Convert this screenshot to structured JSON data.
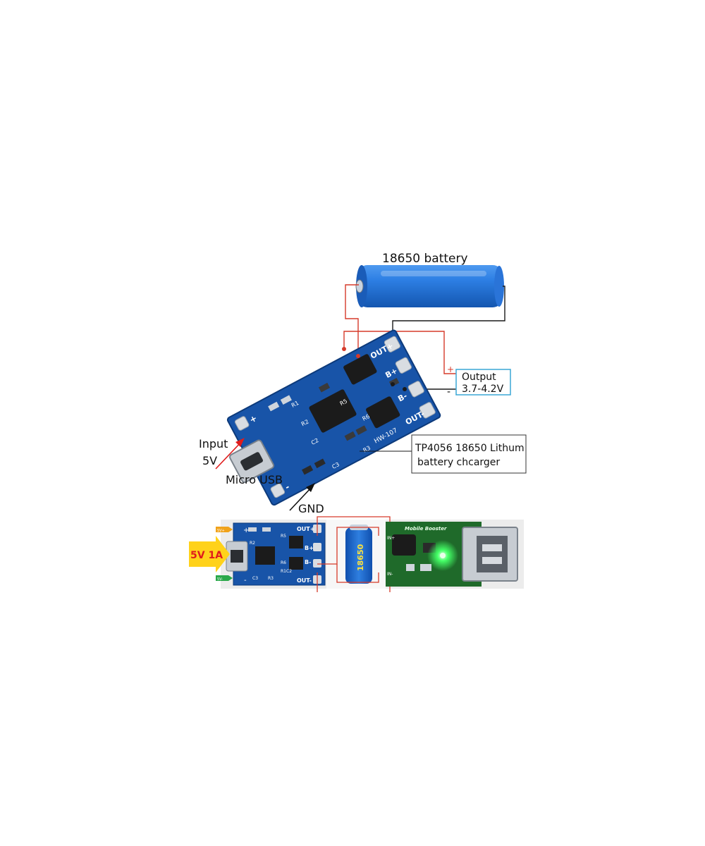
{
  "battery": {
    "label": "18650 battery"
  },
  "output": {
    "label": "Output",
    "voltage": "3.7-4.2V",
    "plus": "+",
    "minus": "-"
  },
  "input": {
    "label": "Input",
    "voltage": "5V"
  },
  "usb": {
    "label": "Micro USB"
  },
  "gnd": {
    "label": "GND"
  },
  "charger": {
    "line1": "TP4056 18650 Lithum",
    "line2": "battery chcarger"
  },
  "pcb_top": {
    "pads": [
      "OUT+",
      "B+",
      "B-",
      "OUT-"
    ],
    "silkscreen": [
      "HW-107",
      "R3",
      "C3",
      "R6",
      "R5",
      "R1",
      "R2",
      "C2",
      "+",
      "-"
    ]
  },
  "strip": {
    "badge": "5V 1A",
    "left_board": {
      "pads": [
        "OUT+",
        "B+",
        "B-",
        "OUT-"
      ],
      "marks": [
        "+",
        "-",
        "R2",
        "R1",
        "C2",
        "C3",
        "R3",
        "R6",
        "R5"
      ],
      "tag_top": "5V+",
      "tag_bottom": "5V-"
    },
    "cell_label": "18650",
    "booster": {
      "title": "Mobile Booster",
      "in_plus": "IN+",
      "in_minus": "IN-"
    }
  },
  "colors": {
    "wire_red": "#d63a2a",
    "wire_black": "#1a1a1a",
    "output_box_border": "#3aa7d6",
    "battery_blue": "#1e6fd0",
    "pcb_blue": "#1854a8",
    "booster_green": "#1f6a2a",
    "arrow_red": "#e01c1c",
    "badge_yellow": "#ffd21a",
    "badge_text": "#e01c1c"
  }
}
